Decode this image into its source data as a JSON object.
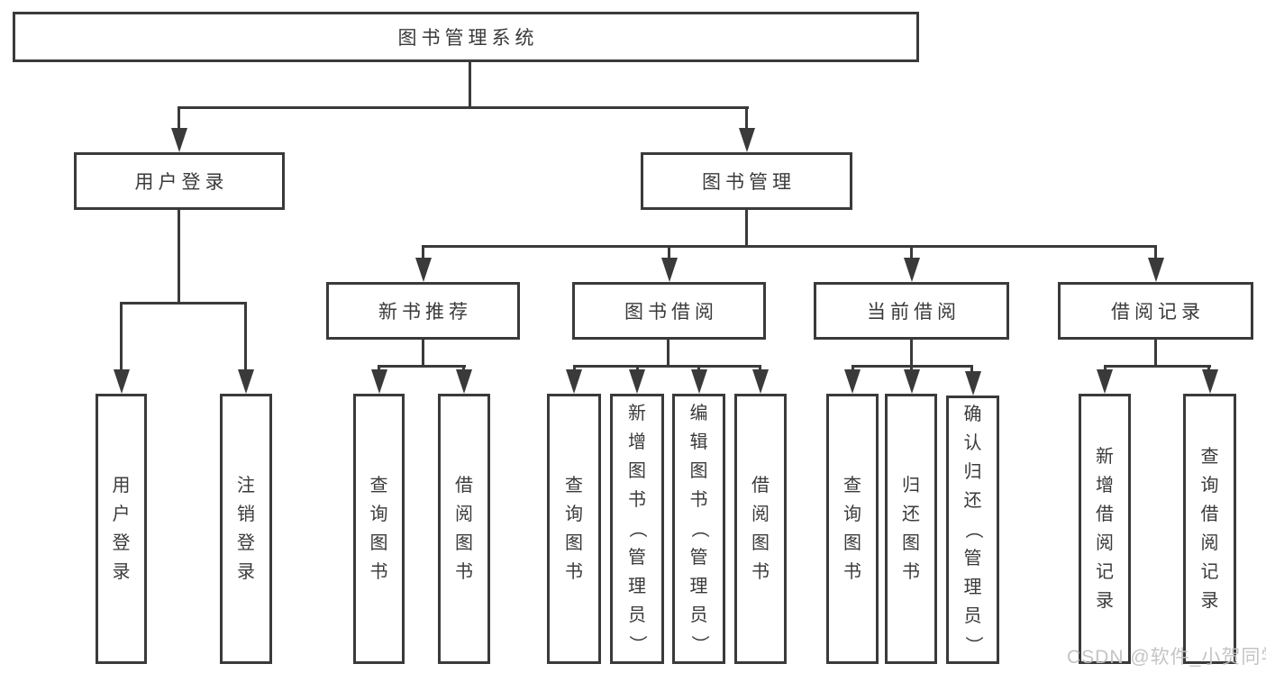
{
  "colors": {
    "line": "#3a3a3a",
    "text": "#3a3a3a",
    "background": "#ffffff",
    "watermark": "#c1c1c1"
  },
  "watermark": "CSDN @软件_小贺同学",
  "tree": {
    "root": "图书管理系统",
    "branches": [
      {
        "label": "用户登录",
        "children": [
          {
            "label": "用户登录"
          },
          {
            "label": "注销登录"
          }
        ]
      },
      {
        "label": "图书管理",
        "children": [
          {
            "label": "新书推荐",
            "children": [
              "查询图书",
              "借阅图书"
            ]
          },
          {
            "label": "图书借阅",
            "children": [
              "查询图书",
              "新增图书（管理员）",
              "编辑图书（管理员）",
              "借阅图书"
            ]
          },
          {
            "label": "当前借阅",
            "children": [
              "查询图书",
              "归还图书",
              "确认归还（管理员）"
            ]
          },
          {
            "label": "借阅记录",
            "children": [
              "新增借阅记录",
              "查询借阅记录"
            ]
          }
        ]
      }
    ]
  }
}
